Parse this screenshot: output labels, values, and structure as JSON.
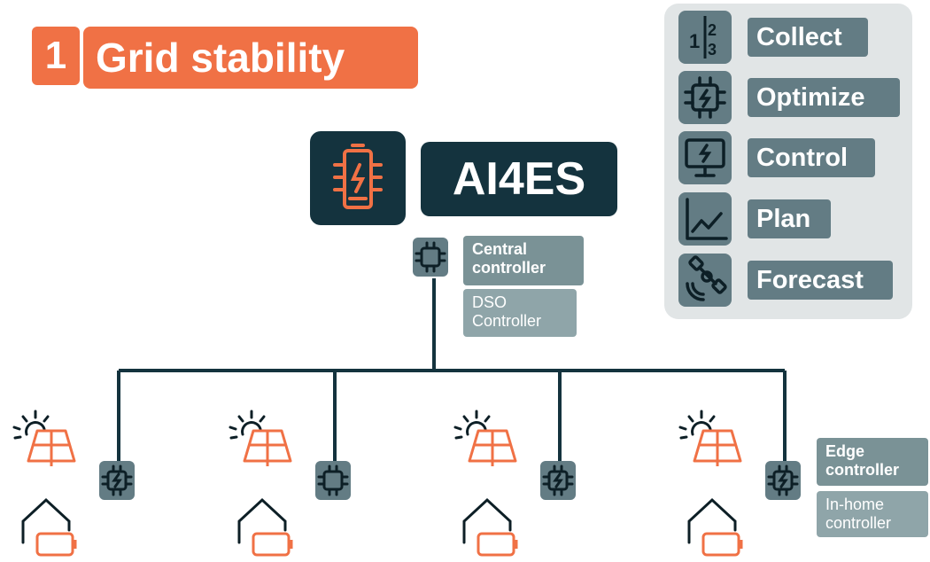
{
  "heading": {
    "number": "1",
    "title": "Grid stability"
  },
  "brand": {
    "name": "AI4ES"
  },
  "central": {
    "title": "Central controller",
    "subtitle": "DSO Controller"
  },
  "edge": {
    "title": "Edge controller",
    "subtitle": "In-home controller"
  },
  "legend": {
    "items": [
      {
        "label": "Collect",
        "icon": "collect-icon"
      },
      {
        "label": "Optimize",
        "icon": "chip-icon"
      },
      {
        "label": "Control",
        "icon": "monitor-icon"
      },
      {
        "label": "Plan",
        "icon": "chart-icon"
      },
      {
        "label": "Forecast",
        "icon": "satellite-icon"
      }
    ]
  },
  "colors": {
    "orange": "#f07145",
    "navy": "#14333e",
    "slate": "#637c84",
    "panel": "#e1e5e6"
  }
}
